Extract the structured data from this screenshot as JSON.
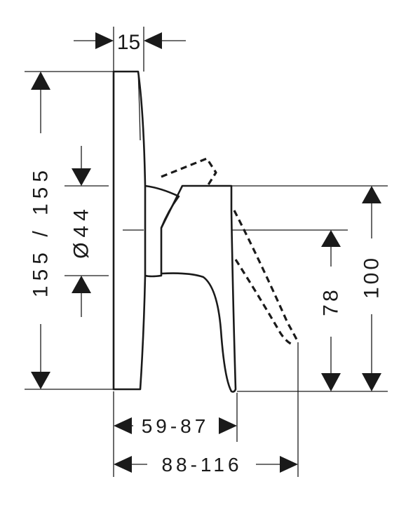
{
  "dimensions": {
    "plate_thickness": "15",
    "plate_height": "155 / 155",
    "bore_diameter": "Ø44",
    "handle_height": "100",
    "handle_lever_height": "78",
    "projection_short": "59-87",
    "projection_long": "88-116"
  }
}
